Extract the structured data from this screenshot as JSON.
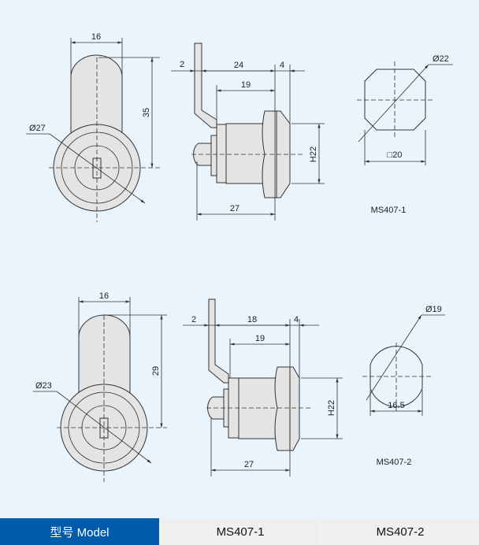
{
  "drawing1": {
    "front": {
      "width": "16",
      "height": "35",
      "diameter": "Ø27"
    },
    "side": {
      "cam_thickness": "2",
      "cam_offset": "24",
      "nut": "4",
      "body": "19",
      "overall": "27",
      "thread": "H22"
    },
    "top": {
      "diameter": "Ø22",
      "flat": "□20"
    },
    "caption": "MS407-1"
  },
  "drawing2": {
    "front": {
      "width": "16",
      "height": "29",
      "diameter": "Ø23"
    },
    "side": {
      "cam_thickness": "2",
      "cam_offset": "18",
      "nut": "4",
      "body": "19",
      "overall": "27",
      "thread": "H22"
    },
    "top": {
      "diameter": "Ø19",
      "flat": "16.5"
    },
    "caption": "MS407-2"
  },
  "table": {
    "header": "型号 Model",
    "col1": "MS407-1",
    "col2": "MS407-2"
  }
}
